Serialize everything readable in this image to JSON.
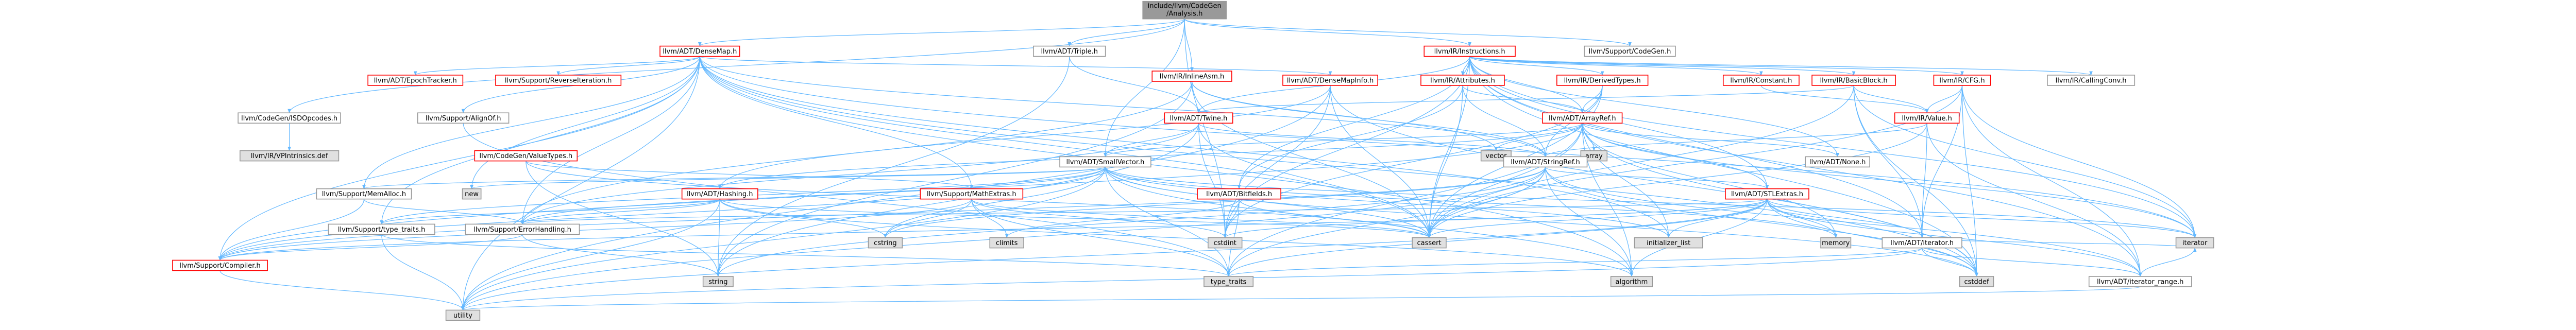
{
  "colors": {
    "root_fill": "#999999",
    "node_fill": "#ffffff",
    "sys_fill": "#e0e0e0",
    "border_red": "#ff0000",
    "border_gray": "#999999",
    "text": "#000000",
    "edge": "#63b8ff"
  },
  "nodes": [
    {
      "id": "root",
      "label": "include/llvm/CodeGen\n/Analysis.h",
      "kind": "root"
    },
    {
      "id": "densemap",
      "label": "llvm/ADT/DenseMap.h",
      "kind": "red"
    },
    {
      "id": "triple",
      "label": "llvm/ADT/Triple.h",
      "kind": "gray"
    },
    {
      "id": "inlineasm",
      "label": "llvm/IR/InlineAsm.h",
      "kind": "red"
    },
    {
      "id": "instructions",
      "label": "llvm/IR/Instructions.h",
      "kind": "red"
    },
    {
      "id": "supportcodegen",
      "label": "llvm/Support/CodeGen.h",
      "kind": "gray"
    },
    {
      "id": "epochtracker",
      "label": "llvm/ADT/EpochTracker.h",
      "kind": "red"
    },
    {
      "id": "reverseiter",
      "label": "llvm/Support/ReverseIteration.h",
      "kind": "red"
    },
    {
      "id": "densemapinfo",
      "label": "llvm/ADT/DenseMapInfo.h",
      "kind": "red"
    },
    {
      "id": "attributes",
      "label": "llvm/IR/Attributes.h",
      "kind": "red"
    },
    {
      "id": "derivedtypes",
      "label": "llvm/IR/DerivedTypes.h",
      "kind": "red"
    },
    {
      "id": "constant",
      "label": "llvm/IR/Constant.h",
      "kind": "red"
    },
    {
      "id": "basicblock",
      "label": "llvm/IR/BasicBlock.h",
      "kind": "red"
    },
    {
      "id": "cfg",
      "label": "llvm/IR/CFG.h",
      "kind": "red"
    },
    {
      "id": "callingconv",
      "label": "llvm/IR/CallingConv.h",
      "kind": "gray"
    },
    {
      "id": "isdopcodes",
      "label": "llvm/CodeGen/ISDOpcodes.h",
      "kind": "gray"
    },
    {
      "id": "alignof",
      "label": "llvm/Support/AlignOf.h",
      "kind": "gray"
    },
    {
      "id": "twine",
      "label": "llvm/ADT/Twine.h",
      "kind": "red"
    },
    {
      "id": "arrayref",
      "label": "llvm/ADT/ArrayRef.h",
      "kind": "red"
    },
    {
      "id": "irvalue",
      "label": "llvm/IR/Value.h",
      "kind": "red"
    },
    {
      "id": "vpintrinsics",
      "label": "llvm/IR/VPIntrinsics.def",
      "kind": "sys"
    },
    {
      "id": "valuetypes",
      "label": "llvm/CodeGen/ValueTypes.h",
      "kind": "red"
    },
    {
      "id": "vector",
      "label": "vector",
      "kind": "sys"
    },
    {
      "id": "array",
      "label": "array",
      "kind": "sys"
    },
    {
      "id": "smallvector",
      "label": "llvm/ADT/SmallVector.h",
      "kind": "gray"
    },
    {
      "id": "stringref",
      "label": "llvm/ADT/StringRef.h",
      "kind": "gray"
    },
    {
      "id": "none",
      "label": "llvm/ADT/None.h",
      "kind": "gray"
    },
    {
      "id": "memalloc",
      "label": "llvm/Support/MemAlloc.h",
      "kind": "gray"
    },
    {
      "id": "new",
      "label": "new",
      "kind": "sys"
    },
    {
      "id": "hashing",
      "label": "llvm/ADT/Hashing.h",
      "kind": "red"
    },
    {
      "id": "mathextras",
      "label": "llvm/Support/MathExtras.h",
      "kind": "red"
    },
    {
      "id": "bitfields",
      "label": "llvm/ADT/Bitfields.h",
      "kind": "red"
    },
    {
      "id": "stlextras",
      "label": "llvm/ADT/STLExtras.h",
      "kind": "red"
    },
    {
      "id": "typetraits",
      "label": "llvm/Support/type_traits.h",
      "kind": "gray"
    },
    {
      "id": "errorhandling",
      "label": "llvm/Support/ErrorHandling.h",
      "kind": "gray"
    },
    {
      "id": "compiler",
      "label": "llvm/Support/Compiler.h",
      "kind": "red"
    },
    {
      "id": "cstring",
      "label": "cstring",
      "kind": "sys"
    },
    {
      "id": "climits",
      "label": "climits",
      "kind": "sys"
    },
    {
      "id": "cstdint",
      "label": "cstdint",
      "kind": "sys"
    },
    {
      "id": "cassert",
      "label": "cassert",
      "kind": "sys"
    },
    {
      "id": "initlist",
      "label": "initializer_list",
      "kind": "sys"
    },
    {
      "id": "memory",
      "label": "memory",
      "kind": "sys"
    },
    {
      "id": "iteratorh",
      "label": "llvm/ADT/iterator.h",
      "kind": "gray"
    },
    {
      "id": "iterator",
      "label": "iterator",
      "kind": "sys"
    },
    {
      "id": "string",
      "label": "string",
      "kind": "sys"
    },
    {
      "id": "typetraitsstd",
      "label": "type_traits",
      "kind": "sys"
    },
    {
      "id": "algorithm",
      "label": "algorithm",
      "kind": "sys"
    },
    {
      "id": "cstddef",
      "label": "cstddef",
      "kind": "sys"
    },
    {
      "id": "iterrange",
      "label": "llvm/ADT/iterator_range.h",
      "kind": "gray"
    },
    {
      "id": "utility",
      "label": "utility",
      "kind": "sys"
    }
  ],
  "edges": [
    [
      "root",
      "densemap"
    ],
    [
      "root",
      "triple"
    ],
    [
      "root",
      "inlineasm"
    ],
    [
      "root",
      "instructions"
    ],
    [
      "root",
      "supportcodegen"
    ],
    [
      "root",
      "smallvector"
    ],
    [
      "root",
      "isdopcodes"
    ],
    [
      "root",
      "cstdint"
    ],
    [
      "densemap",
      "epochtracker"
    ],
    [
      "densemap",
      "reverseiter"
    ],
    [
      "densemap",
      "densemapinfo"
    ],
    [
      "densemap",
      "alignof"
    ],
    [
      "densemap",
      "compiler"
    ],
    [
      "densemap",
      "mathextras"
    ],
    [
      "densemap",
      "memalloc"
    ],
    [
      "densemap",
      "typetraits"
    ],
    [
      "densemap",
      "errorhandling"
    ],
    [
      "densemap",
      "algorithm"
    ],
    [
      "densemap",
      "cassert"
    ],
    [
      "densemap",
      "cstddef"
    ],
    [
      "densemap",
      "initlist"
    ],
    [
      "densemap",
      "iterator"
    ],
    [
      "densemap",
      "new"
    ],
    [
      "densemap",
      "utility"
    ],
    [
      "densemap",
      "stringref"
    ],
    [
      "triple",
      "twine"
    ],
    [
      "triple",
      "string"
    ],
    [
      "inlineasm",
      "stringref"
    ],
    [
      "inlineasm",
      "errorhandling"
    ],
    [
      "inlineasm",
      "cassert"
    ],
    [
      "inlineasm",
      "string"
    ],
    [
      "inlineasm",
      "vector"
    ],
    [
      "instructions",
      "attributes"
    ],
    [
      "instructions",
      "derivedtypes"
    ],
    [
      "instructions",
      "constant"
    ],
    [
      "instructions",
      "basicblock"
    ],
    [
      "instructions",
      "cfg"
    ],
    [
      "instructions",
      "callingconv"
    ],
    [
      "instructions",
      "bitfields"
    ],
    [
      "instructions",
      "none"
    ],
    [
      "instructions",
      "stlextras"
    ],
    [
      "instructions",
      "twine"
    ],
    [
      "instructions",
      "iterrange"
    ],
    [
      "instructions",
      "iteratorh"
    ],
    [
      "instructions",
      "cassert"
    ],
    [
      "instructions",
      "cstddef"
    ],
    [
      "instructions",
      "cstdint"
    ],
    [
      "instructions",
      "iterator"
    ],
    [
      "instructions",
      "arrayref"
    ],
    [
      "densemapinfo",
      "hashing"
    ],
    [
      "densemapinfo",
      "cassert"
    ],
    [
      "densemapinfo",
      "cstddef"
    ],
    [
      "densemapinfo",
      "cstdint"
    ],
    [
      "densemapinfo",
      "tuple"
    ],
    [
      "densemapinfo",
      "utility"
    ],
    [
      "attributes",
      "arrayref"
    ],
    [
      "attributes",
      "stringref"
    ],
    [
      "attributes",
      "cassert"
    ],
    [
      "attributes",
      "bitfields"
    ],
    [
      "derivedtypes",
      "arrayref"
    ],
    [
      "derivedtypes",
      "stringref"
    ],
    [
      "derivedtypes",
      "cassert"
    ],
    [
      "derivedtypes",
      "cstdint"
    ],
    [
      "constant",
      "irvalue"
    ],
    [
      "basicblock",
      "irvalue"
    ],
    [
      "basicblock",
      "twine"
    ],
    [
      "basicblock",
      "iteratorh"
    ],
    [
      "basicblock",
      "cassert"
    ],
    [
      "basicblock",
      "cstddef"
    ],
    [
      "basicblock",
      "iterator"
    ],
    [
      "cfg",
      "irvalue"
    ],
    [
      "cfg",
      "iteratorh"
    ],
    [
      "cfg",
      "iterrange"
    ],
    [
      "cfg",
      "cassert"
    ],
    [
      "cfg",
      "cstddef"
    ],
    [
      "cfg",
      "iterator"
    ],
    [
      "isdopcodes",
      "vpintrinsics"
    ],
    [
      "alignof",
      "typetraitsstd"
    ],
    [
      "twine",
      "smallvector"
    ],
    [
      "twine",
      "stringref"
    ],
    [
      "twine",
      "errorhandling"
    ],
    [
      "twine",
      "cassert"
    ],
    [
      "twine",
      "cstdint"
    ],
    [
      "twine",
      "string"
    ],
    [
      "arrayref",
      "hashing"
    ],
    [
      "arrayref",
      "none"
    ],
    [
      "arrayref",
      "smallvector"
    ],
    [
      "arrayref",
      "stlextras"
    ],
    [
      "arrayref",
      "compiler"
    ],
    [
      "arrayref",
      "algorithm"
    ],
    [
      "arrayref",
      "array"
    ],
    [
      "arrayref",
      "cassert"
    ],
    [
      "arrayref",
      "cstddef"
    ],
    [
      "arrayref",
      "initlist"
    ],
    [
      "arrayref",
      "iterator"
    ],
    [
      "arrayref",
      "memory"
    ],
    [
      "arrayref",
      "typetraitsstd"
    ],
    [
      "arrayref",
      "vector"
    ],
    [
      "irvalue",
      "stringref"
    ],
    [
      "irvalue",
      "iteratorh"
    ],
    [
      "irvalue",
      "iterrange"
    ],
    [
      "irvalue",
      "cassert"
    ],
    [
      "valuetypes",
      "mathextras"
    ],
    [
      "valuetypes",
      "cassert"
    ],
    [
      "valuetypes",
      "string"
    ],
    [
      "smallvector",
      "compiler"
    ],
    [
      "smallvector",
      "errorhandling"
    ],
    [
      "smallvector",
      "memalloc"
    ],
    [
      "smallvector",
      "typetraits"
    ],
    [
      "smallvector",
      "algorithm"
    ],
    [
      "smallvector",
      "cassert"
    ],
    [
      "smallvector",
      "cstddef"
    ],
    [
      "smallvector",
      "cstdlib"
    ],
    [
      "smallvector",
      "cstring"
    ],
    [
      "smallvector",
      "functional"
    ],
    [
      "smallvector",
      "initlist"
    ],
    [
      "smallvector",
      "iterator"
    ],
    [
      "smallvector",
      "limits"
    ],
    [
      "smallvector",
      "memory"
    ],
    [
      "smallvector",
      "new"
    ],
    [
      "smallvector",
      "typetraitsstd"
    ],
    [
      "smallvector",
      "utility"
    ],
    [
      "stringref",
      "stlextras"
    ],
    [
      "stringref",
      "compiler"
    ],
    [
      "stringref",
      "algorithm"
    ],
    [
      "stringref",
      "cassert"
    ],
    [
      "stringref",
      "cstddef"
    ],
    [
      "stringref",
      "cstring"
    ],
    [
      "stringref",
      "limits"
    ],
    [
      "stringref",
      "string"
    ],
    [
      "stringref",
      "typetraitsstd"
    ],
    [
      "stringref",
      "utility"
    ],
    [
      "stringref",
      "iterrange"
    ],
    [
      "memalloc",
      "compiler"
    ],
    [
      "memalloc",
      "errorhandling"
    ],
    [
      "memalloc",
      "cstdlib"
    ],
    [
      "hashing",
      "errorhandling"
    ],
    [
      "hashing",
      "typetraits"
    ],
    [
      "hashing",
      "algorithm"
    ],
    [
      "hashing",
      "cassert"
    ],
    [
      "hashing",
      "cstring"
    ],
    [
      "hashing",
      "string"
    ],
    [
      "hashing",
      "tuple"
    ],
    [
      "hashing",
      "utility"
    ],
    [
      "mathextras",
      "compiler"
    ],
    [
      "mathextras",
      "bit"
    ],
    [
      "mathextras",
      "cassert"
    ],
    [
      "mathextras",
      "climits"
    ],
    [
      "mathextras",
      "cstdint"
    ],
    [
      "mathextras",
      "cstring"
    ],
    [
      "mathextras",
      "limits"
    ],
    [
      "mathextras",
      "typetraitsstd"
    ],
    [
      "bitfields",
      "bit"
    ],
    [
      "bitfields",
      "cassert"
    ],
    [
      "bitfields",
      "climits"
    ],
    [
      "bitfields",
      "cstdint"
    ],
    [
      "bitfields",
      "limits"
    ],
    [
      "bitfields",
      "typetraitsstd"
    ],
    [
      "stlextras",
      "iteratorh"
    ],
    [
      "stlextras",
      "iterrange"
    ],
    [
      "stlextras",
      "compiler"
    ],
    [
      "stlextras",
      "errorhandling"
    ],
    [
      "stlextras",
      "algorithm"
    ],
    [
      "stlextras",
      "cassert"
    ],
    [
      "stlextras",
      "cstddef"
    ],
    [
      "stlextras",
      "cstdint"
    ],
    [
      "stlextras",
      "cstdlib"
    ],
    [
      "stlextras",
      "functional"
    ],
    [
      "stlextras",
      "initlist"
    ],
    [
      "stlextras",
      "iterator"
    ],
    [
      "stlextras",
      "limits"
    ],
    [
      "stlextras",
      "memory"
    ],
    [
      "stlextras",
      "tuple"
    ],
    [
      "stlextras",
      "typetraitsstd"
    ],
    [
      "stlextras",
      "utility"
    ],
    [
      "typetraits",
      "utility"
    ],
    [
      "typetraits",
      "typetraitsstd"
    ],
    [
      "errorhandling",
      "compiler"
    ],
    [
      "errorhandling",
      "string"
    ],
    [
      "compiler",
      "utility"
    ],
    [
      "iteratorh",
      "iterrange"
    ],
    [
      "iteratorh",
      "cstddef"
    ],
    [
      "iteratorh",
      "iterator"
    ],
    [
      "iteratorh",
      "typetraitsstd"
    ],
    [
      "iteratorh",
      "utility"
    ],
    [
      "iterrange",
      "iterator"
    ],
    [
      "iterrange",
      "utility"
    ]
  ]
}
